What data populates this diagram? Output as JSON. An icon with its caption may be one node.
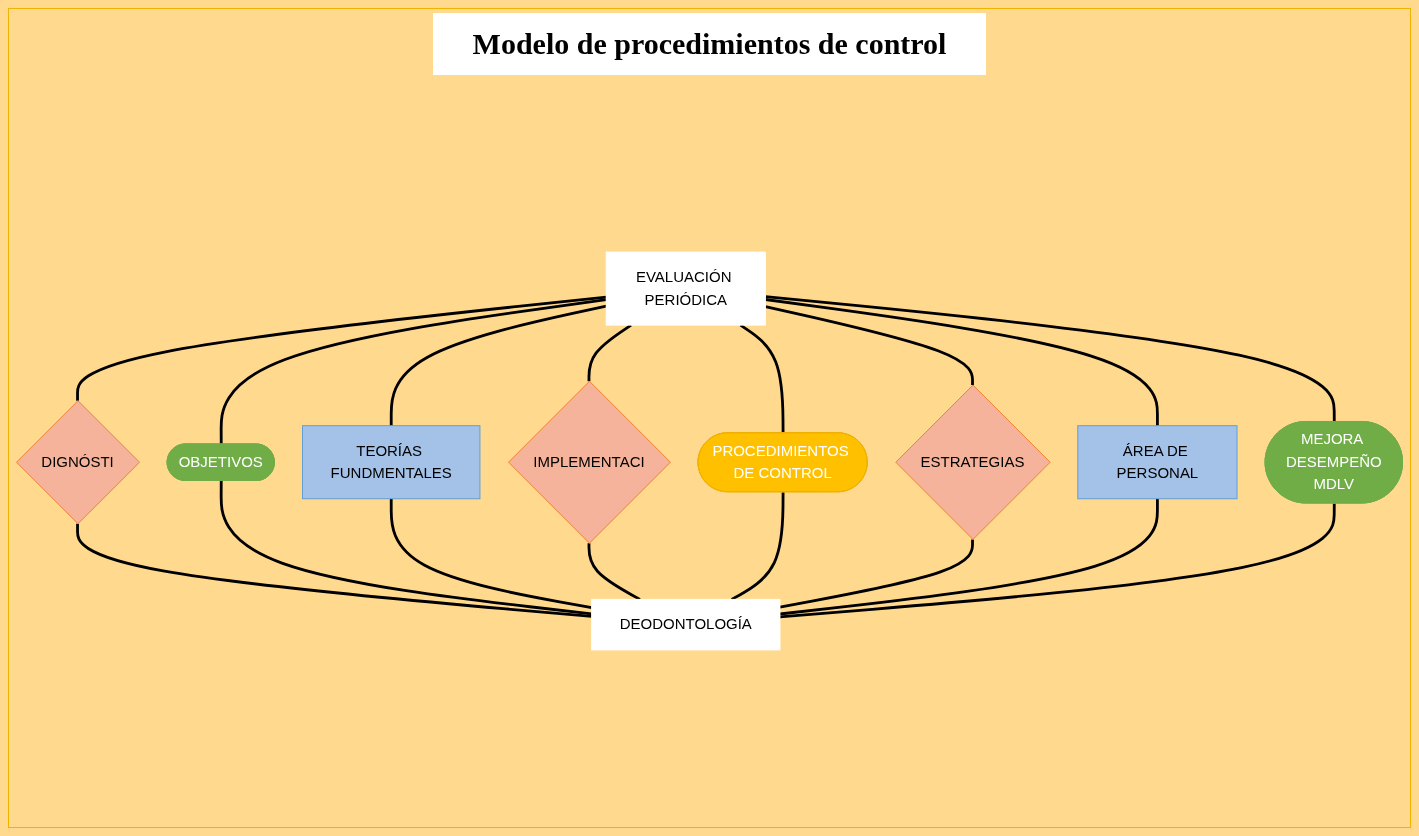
{
  "diagram": {
    "title": "Modelo de procedimientos de control",
    "nodes": [
      {
        "text": [
          "EVALUACIÓN PERIÓDICA"
        ]
      },
      {
        "text": [
          "DIGNÓSTI"
        ]
      },
      {
        "text": [
          "OBJETIVOS"
        ]
      },
      {
        "text": [
          "TEORÍAS FUNDMENTALES"
        ]
      },
      {
        "text": [
          "IMPLEMENTACI"
        ]
      },
      {
        "text": [
          "PROCEDIMIENTOS DE CONTROL"
        ]
      },
      {
        "text": [
          "ESTRATEGIAS"
        ]
      },
      {
        "text": [
          "ÁREA DE PERSONAL"
        ]
      },
      {
        "text": [
          "MEJORA DESEMPEÑO",
          "MDLV"
        ]
      },
      {
        "text": [
          "DEODONTOLOGÍA"
        ]
      }
    ],
    "edges": [
      {
        "from": 0,
        "to": 1,
        "arrow": "none"
      },
      {
        "from": 0,
        "to": 2,
        "arrow": "none"
      },
      {
        "from": 0,
        "to": 3,
        "arrow": "none"
      },
      {
        "from": 0,
        "to": 4,
        "arrow": "none"
      },
      {
        "from": 0,
        "to": 5,
        "arrow": "none"
      },
      {
        "from": 0,
        "to": 6,
        "arrow": "none"
      },
      {
        "from": 0,
        "to": 7,
        "arrow": "none"
      },
      {
        "from": 0,
        "to": 8,
        "arrow": "none"
      },
      {
        "from": 1,
        "to": 9,
        "arrow": "none"
      },
      {
        "from": 2,
        "to": 9,
        "arrow": "none"
      },
      {
        "from": 3,
        "to": 9,
        "arrow": "none"
      },
      {
        "from": 4,
        "to": 9,
        "arrow": "none"
      },
      {
        "from": 5,
        "to": 9,
        "arrow": "none"
      },
      {
        "from": 6,
        "to": 9,
        "arrow": "none"
      },
      {
        "from": 7,
        "to": 9,
        "arrow": "none"
      },
      {
        "from": 8,
        "to": 9,
        "arrow": "none"
      }
    ]
  }
}
